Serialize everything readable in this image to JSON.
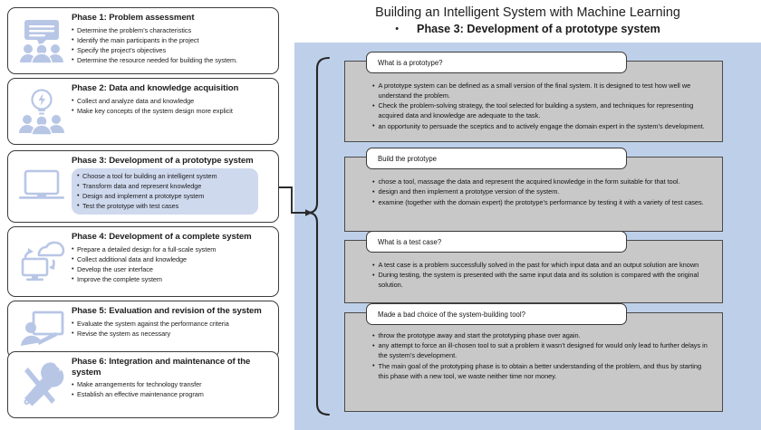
{
  "colors": {
    "panel_blue": "#bed0e9",
    "box_gray": "#c8c8c8",
    "icon_blue": "#b8c6e6",
    "highlight_blue": "#cfd9ee",
    "outline": "#3b3b3b"
  },
  "left_column": {
    "phases": [
      {
        "icon": "people-speech-bubble-icon",
        "title": "Phase 1: Problem assessment",
        "highlighted": false,
        "bullets": [
          "Determine the problem’s characteristics",
          "Identify the main participants in the project",
          "Specify the project’s objectives",
          "Determine the resource needed for building the system."
        ]
      },
      {
        "icon": "lightbulb-people-icon",
        "title": "Phase 2: Data and knowledge acquisition",
        "highlighted": false,
        "bullets": [
          "Collect and analyze data and knowledge",
          "Make key concepts of the system design more explicit"
        ]
      },
      {
        "icon": "laptop-icon",
        "title": "Phase 3: Development of a prototype system",
        "highlighted": true,
        "bullets": [
          "Choose a tool for building an intelligent system",
          "Transform data and represent knowledge",
          "Design and implement a prototype system",
          "Test the prototype with test cases"
        ]
      },
      {
        "icon": "cloud-monitor-sync-icon",
        "title": "Phase 4: Development of a complete system",
        "highlighted": false,
        "bullets": [
          "Prepare a detailed design for a full-scale system",
          "Collect additional data and knowledge",
          "Develop the user interface",
          "Improve the complete system"
        ]
      },
      {
        "icon": "presenter-whiteboard-icon",
        "title": "Phase 5: Evaluation and revision of the system",
        "highlighted": false,
        "bullets": [
          "Evaluate the system against the performance criteria",
          "Revise the system as necessary"
        ]
      },
      {
        "icon": "wrench-screwdriver-icon",
        "title": "Phase 6: Integration and maintenance of the system",
        "highlighted": false,
        "bullets": [
          "Make arrangements for technology transfer",
          "Establish an effective maintenance program"
        ]
      }
    ]
  },
  "right_panel": {
    "header": {
      "line1": "Building an Intelligent System with Machine Learning",
      "bullet": "•",
      "line2": "Phase 3: Development of a prototype system"
    },
    "boxes": [
      {
        "tab": "What is a prototype?",
        "bullets": [
          "A prototype system can be defined as a small version of the final system.  It is designed to test how well we understand the problem.",
          "Check the problem-solving strategy, the tool selected for building a system, and techniques for representing acquired data and knowledge are adequate to the task.",
          "an opportunity to persuade the sceptics and to actively engage the domain expert in the system’s development."
        ]
      },
      {
        "tab": "Build the prototype",
        "bullets": [
          "chose a tool, massage the data and represent the acquired knowledge in the form suitable for that tool.",
          "design and then implement a prototype version of the system.",
          "examine (together with the domain expert) the prototype’s performance by testing it with a variety of test cases."
        ]
      },
      {
        "tab": "What is a test case?",
        "bullets": [
          "A test case is a problem successfully solved in the past for which input data and an output solution are known",
          "During testing, the system is presented with the same input data and its solution is compared with the original solution."
        ]
      },
      {
        "tab": "Made a bad choice of the system-building tool?",
        "bullets": [
          "throw the prototype away and start the prototyping phase over again.",
          "any attempt to force an ill-chosen tool to suit a problem it wasn’t designed for would only lead to further delays in the system’s development.",
          "The main goal of the prototyping phase is to obtain a better understanding of the problem, and thus by starting this phase with a new tool, we waste neither time nor money."
        ]
      }
    ]
  }
}
